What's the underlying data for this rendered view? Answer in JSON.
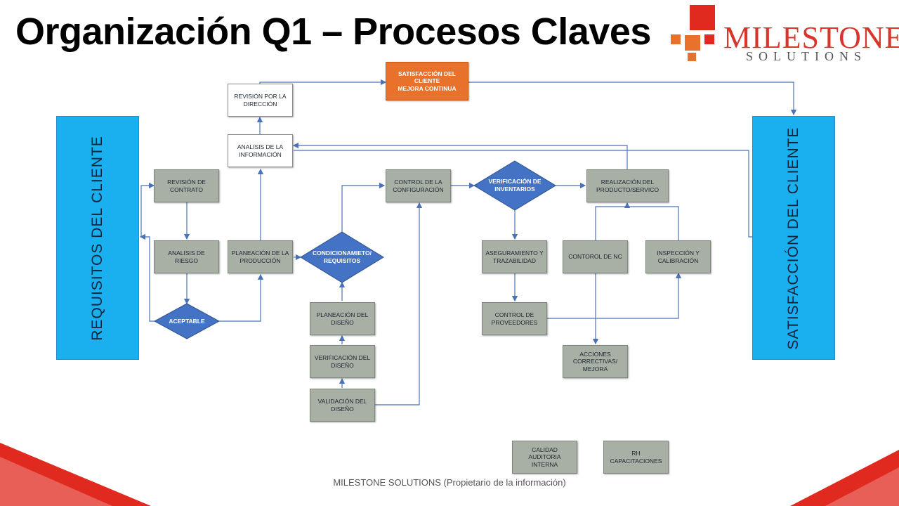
{
  "title": "Organización Q1 – Procesos Claves",
  "logo": {
    "main": "MILESTONE",
    "sub": "SOLUTIONS",
    "color": "#d9362b"
  },
  "left_panel": "REQUISITOS DEL CLIENTE",
  "right_panel": "SATISFACCIÓN DEL CLIENTE",
  "nodes": {
    "satisfaccion": "SATISFACCIÓN DEL\nCLIENTE\nMEJORA CONTINUA",
    "revision_direccion": "REVISIÓN POR LA\nDIRECCIÓN",
    "analisis_informacion": "ANALISIS DE LA\nINFORMACIÓN",
    "revision_contrato": "REVISIÓN DE\nCONTRATO",
    "analisis_riesgo": "ANALISIS DE RIESGO",
    "aceptable": "ACEPTABLE",
    "planeacion_produccion": "PLANEACIÓN DE LA\nPRODUCCIÓN",
    "condicionamiento": "CONDICIONAMIETO/\nREQUISITOS",
    "control_configuracion": "CONTROL DE LA\nCONFIGURACIÓN",
    "verificacion_inventarios": "VERIFICACIÓN DE\nINVENTARIOS",
    "realizacion_producto": "REALIZACIÓN DEL\nPRODUCTO/SERVICO",
    "planeacion_diseno": "PLANEACIÓN DEL\nDISEÑO",
    "verificacion_diseno": "VERIFICACIÓN DEL\nDISEÑO",
    "validacion_diseno": "VALIDACIÓN DEL\nDISEÑO",
    "aseguramiento": "ASEGURAMIENTO Y\nTRAZABILIDAD",
    "control_nc": "CONTOROL DE NC",
    "inspeccion": "INSPECCIÓN Y\nCALIBRACIÓN",
    "control_proveedores": "CONTROL DE\nPROVEEDORES",
    "acciones_correctivas": "ACCIONES\nCORRECTIVAS/\nMEJORA",
    "calidad_auditoria": "CALIDAD\nAUDITORIA\nINTERNA",
    "rh_capacitaciones": "RH\nCAPACITACIONES"
  },
  "colors": {
    "panel": "#1ab0ef",
    "box": "#a8b0a5",
    "diamond": "#4472c4",
    "orange": "#e8712b",
    "connector": "#4a72b8",
    "accent_red": "#e02a1f"
  },
  "footer": "MILESTONE SOLUTIONS (Propietario de la información)"
}
